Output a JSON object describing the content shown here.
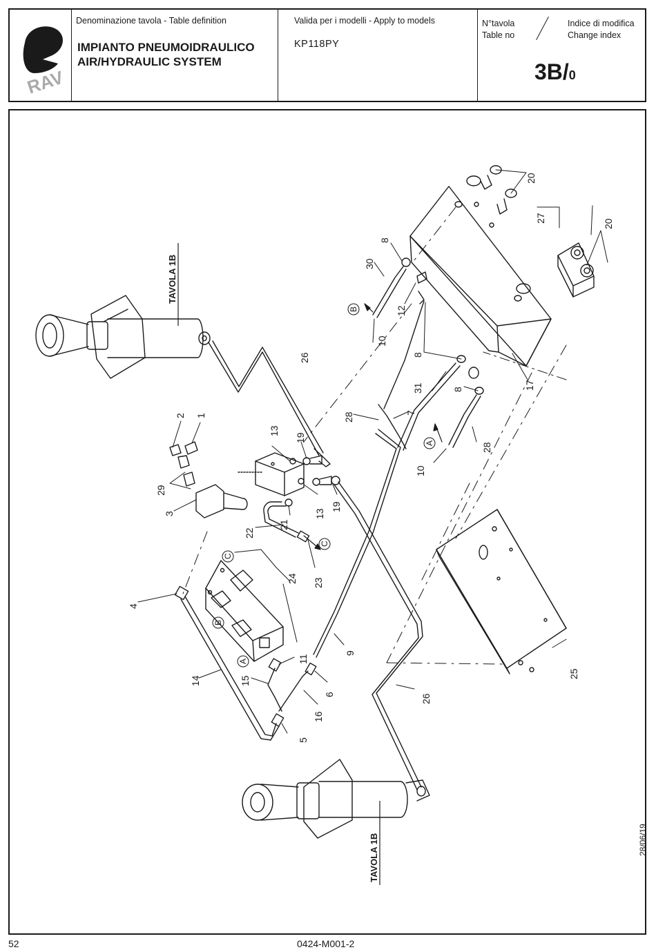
{
  "header": {
    "def_label": "Denominazione tavola - Table definition",
    "title_it": "IMPIANTO PNEUMOIDRAULICO",
    "title_en": "AIR/HYDRAULIC SYSTEM",
    "models_label": "Valida per i modelli - Apply to models",
    "model": "KP118PY",
    "table_no_it": "N°tavola",
    "table_no_en": "Table no",
    "change_index_it": "Indice di modifica",
    "change_index_en": "Change index",
    "table_number": "3B/",
    "change_index_value": "0"
  },
  "logo": {
    "text": "RAV"
  },
  "diagram": {
    "ref_top": "TAVOLA 1B",
    "ref_bottom": "TAVOLA 1B",
    "callouts": {
      "p1": "1",
      "p2": "2",
      "p3": "3",
      "p4": "4",
      "p5": "5",
      "p6": "6",
      "p7": "7",
      "p8a": "8",
      "p8b": "8",
      "p8c": "8",
      "p9": "9",
      "p10a": "10",
      "p10b": "10",
      "p11": "11",
      "p12": "12",
      "p13a": "13",
      "p13b": "13",
      "p14": "14",
      "p15": "15",
      "p16": "16",
      "p17": "17",
      "p19a": "19",
      "p19b": "19",
      "p20a": "20",
      "p20b": "20",
      "p21": "21",
      "p22": "22",
      "p23": "23",
      "p24": "24",
      "p25": "25",
      "p26a": "26",
      "p26b": "26",
      "p27": "27",
      "p28a": "28",
      "p28b": "28",
      "p29": "29",
      "p30": "30",
      "p31": "31"
    },
    "connectors": {
      "a1": "A",
      "a2": "A",
      "b1": "B",
      "b2": "B",
      "c1": "C",
      "c2": "C"
    }
  },
  "footer": {
    "page": "52",
    "doc_code": "0424-M001-2",
    "date": "28/06/19"
  }
}
